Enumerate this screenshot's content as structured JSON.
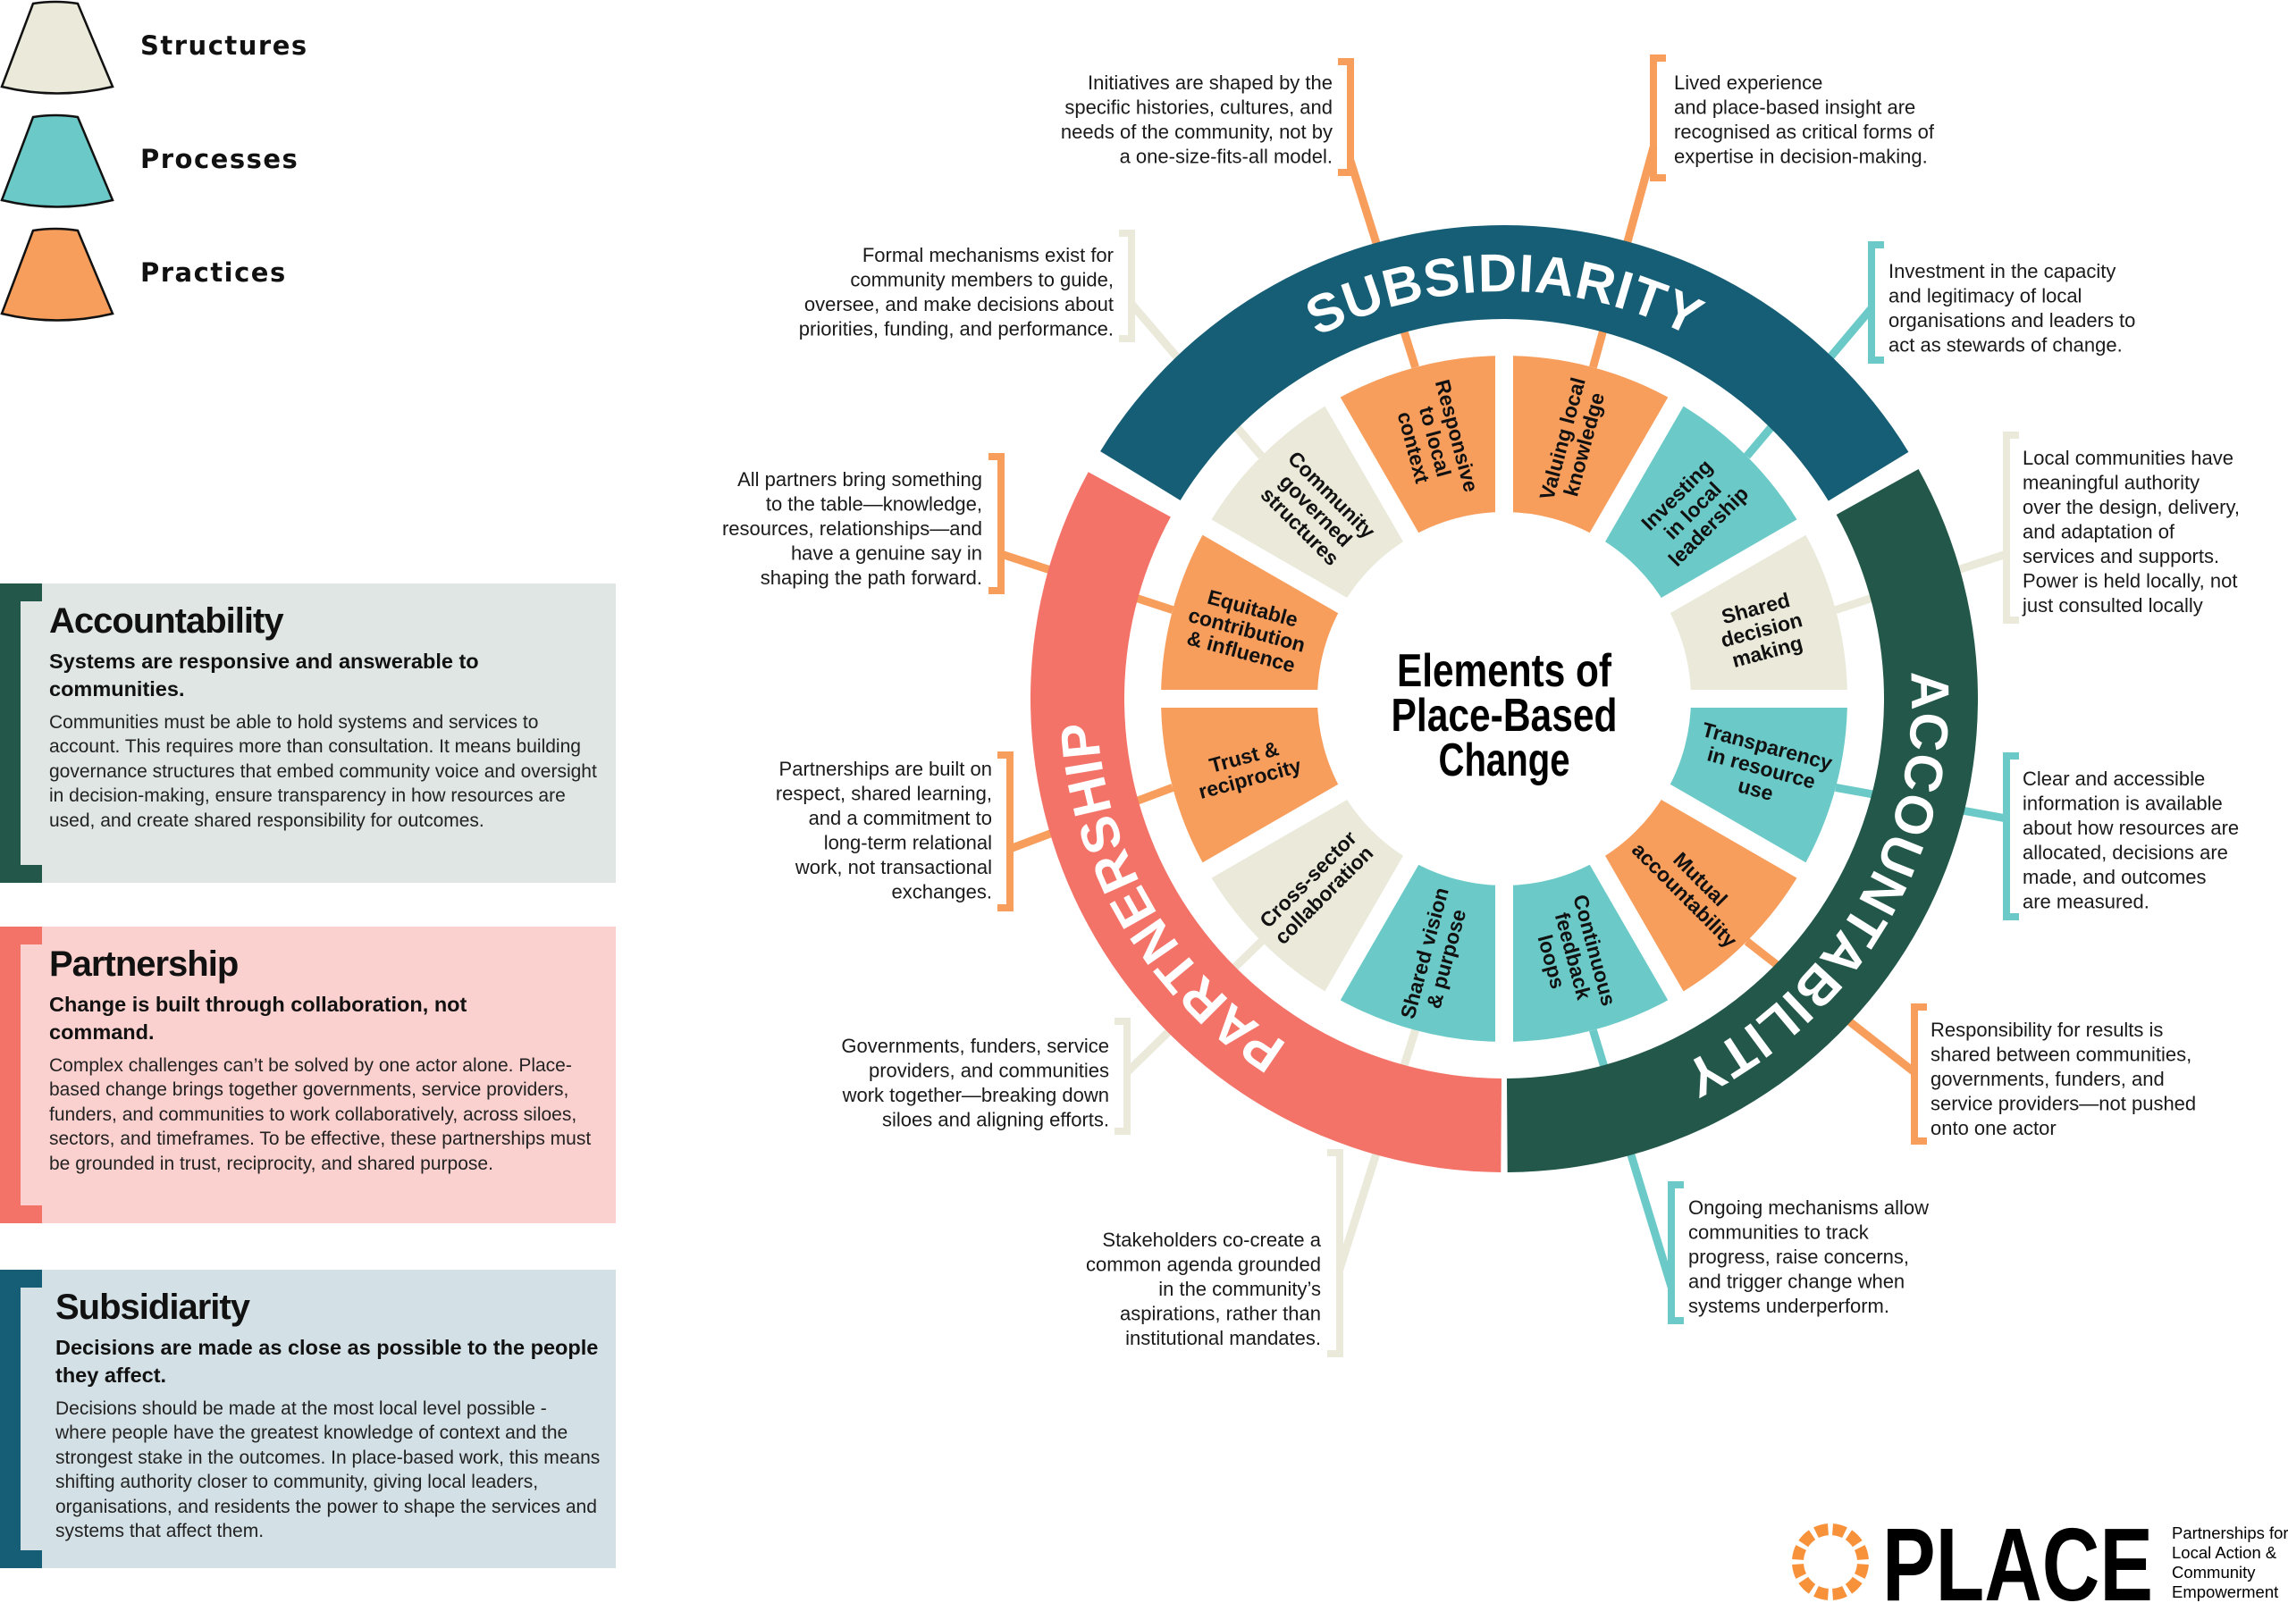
{
  "legend": [
    {
      "label": "Structures",
      "color": "#eae9da"
    },
    {
      "label": "Processes",
      "color": "#6bcac8"
    },
    {
      "label": "Practices",
      "color": "#f89e5d"
    }
  ],
  "title_lines": [
    "Elements of",
    "Place-Based",
    "Change"
  ],
  "pillars": [
    {
      "name": "SUBSIDIARITY",
      "color": "#165e75"
    },
    {
      "name": "PARTNERSHIP",
      "color": "#f37368"
    },
    {
      "name": "ACCOUNTABILITY",
      "color": "#22574a"
    }
  ],
  "elements": [
    {
      "label_lines": [
        "Responsive",
        "to local",
        "context"
      ],
      "type": "Practices",
      "color": "#f89e5d",
      "connector_color": "#f89e5d",
      "annotation_lines": [
        "Initiatives are shaped by the",
        "specific histories, cultures, and",
        "needs of the community, not by",
        "a one-size-fits-all model."
      ]
    },
    {
      "label_lines": [
        "Valuing local",
        "knowledge"
      ],
      "type": "Practices",
      "color": "#f89e5d",
      "connector_color": "#f89e5d",
      "annotation_lines": [
        "Lived experience",
        "and place-based insight are",
        "recognised as critical forms of",
        "expertise in decision-making."
      ]
    },
    {
      "label_lines": [
        "Investing",
        "in local",
        "leadership"
      ],
      "type": "Processes",
      "color": "#6bcac8",
      "connector_color": "#6bcac8",
      "annotation_lines": [
        "Investment in the capacity",
        "and legitimacy of local",
        "organisations and leaders to",
        "act as stewards of change."
      ]
    },
    {
      "label_lines": [
        "Shared",
        "decision",
        "making"
      ],
      "type": "Structures",
      "color": "#eae9da",
      "connector_color": "#eae9da",
      "annotation_lines": [
        "Local communities have",
        "meaningful authority",
        "over the design, delivery,",
        "and adaptation of",
        "services and supports.",
        "Power is held locally, not",
        "just consulted locally"
      ]
    },
    {
      "label_lines": [
        "Transparency",
        "in resource",
        "use"
      ],
      "type": "Processes",
      "color": "#6bcac8",
      "connector_color": "#6bcac8",
      "annotation_lines": [
        "Clear and accessible",
        "information is available",
        "about how resources are",
        "allocated, decisions are",
        "made, and outcomes",
        "are measured."
      ]
    },
    {
      "label_lines": [
        "Mutual",
        "accountability"
      ],
      "type": "Practices",
      "color": "#f89e5d",
      "connector_color": "#f89e5d",
      "annotation_lines": [
        "Responsibility for results is",
        "shared between communities,",
        "governments, funders, and",
        "service providers—not pushed",
        "onto one actor"
      ]
    },
    {
      "label_lines": [
        "Continuous",
        "feedback",
        "loops"
      ],
      "type": "Processes",
      "color": "#6bcac8",
      "connector_color": "#6bcac8",
      "annotation_lines": [
        "Ongoing mechanisms allow",
        "communities to track",
        "progress, raise concerns,",
        "and trigger change when",
        "systems underperform."
      ]
    },
    {
      "label_lines": [
        "Shared vision",
        "& purpose"
      ],
      "type": "Processes",
      "color": "#6bcac8",
      "connector_color": "#eae9da",
      "annotation_lines": [
        "Stakeholders co-create a",
        "common agenda grounded",
        "in the community’s",
        "aspirations, rather than",
        "institutional mandates."
      ]
    },
    {
      "label_lines": [
        "Cross-sector",
        "collaboration"
      ],
      "type": "Structures",
      "color": "#eae9da",
      "connector_color": "#eae9da",
      "annotation_lines": [
        "Governments, funders, service",
        "providers, and communities",
        "work together—breaking down",
        "siloes and aligning efforts."
      ]
    },
    {
      "label_lines": [
        "Trust &",
        "reciprocity"
      ],
      "type": "Practices",
      "color": "#f89e5d",
      "connector_color": "#f89e5d",
      "annotation_lines": [
        "Partnerships are built on",
        "respect, shared learning,",
        "and a commitment to",
        "long-term relational",
        "work, not transactional",
        "exchanges."
      ]
    },
    {
      "label_lines": [
        "Equitable",
        "contribution",
        "& influence"
      ],
      "type": "Practices",
      "color": "#f89e5d",
      "connector_color": "#f89e5d",
      "annotation_lines": [
        "All partners bring something",
        "to the table—knowledge,",
        "resources, relationships—and",
        "have a genuine say in",
        "shaping the path forward."
      ]
    },
    {
      "label_lines": [
        "Community",
        "governed",
        "structures"
      ],
      "type": "Structures",
      "color": "#eae9da",
      "connector_color": "#eae9da",
      "annotation_lines": [
        "Formal mechanisms exist for",
        "community members to guide,",
        "oversee, and make decisions about",
        "priorities, funding, and performance."
      ]
    }
  ],
  "panels": {
    "accountability": {
      "title": "Accountability",
      "subtitle": "Systems are responsive and answerable to communities.",
      "body": "Communities must be able to hold systems and services to account. This requires more than consultation. It means building governance structures that embed community voice and oversight in decision-making, ensure transparency in how resources are used, and create shared responsibility for outcomes."
    },
    "partnership": {
      "title": "Partnership",
      "subtitle": "Change is built through collaboration, not command.",
      "body": "Complex challenges can’t be solved by one actor alone. Place-based change brings together governments, service providers, funders, and communities to work collaboratively, across siloes, sectors, and timeframes. To be effective, these partnerships must be grounded in trust, reciprocity, and shared purpose."
    },
    "subsidiarity": {
      "title": "Subsidiarity",
      "subtitle": "Decisions are made as close as possible to the people they affect.",
      "body": "Decisions should be made at the most local level possible - where people have the greatest knowledge of context and the strongest stake in the outcomes. In place-based work, this means shifting authority closer to community, giving local leaders, organisations, and residents the power to shape the services and systems that affect them."
    }
  },
  "logo": {
    "wordmark": "PLACE",
    "tagline_lines": [
      "Partnerships for",
      "Local Action &",
      "Community",
      "Empowerment"
    ],
    "ring_color": "#f7923a"
  }
}
